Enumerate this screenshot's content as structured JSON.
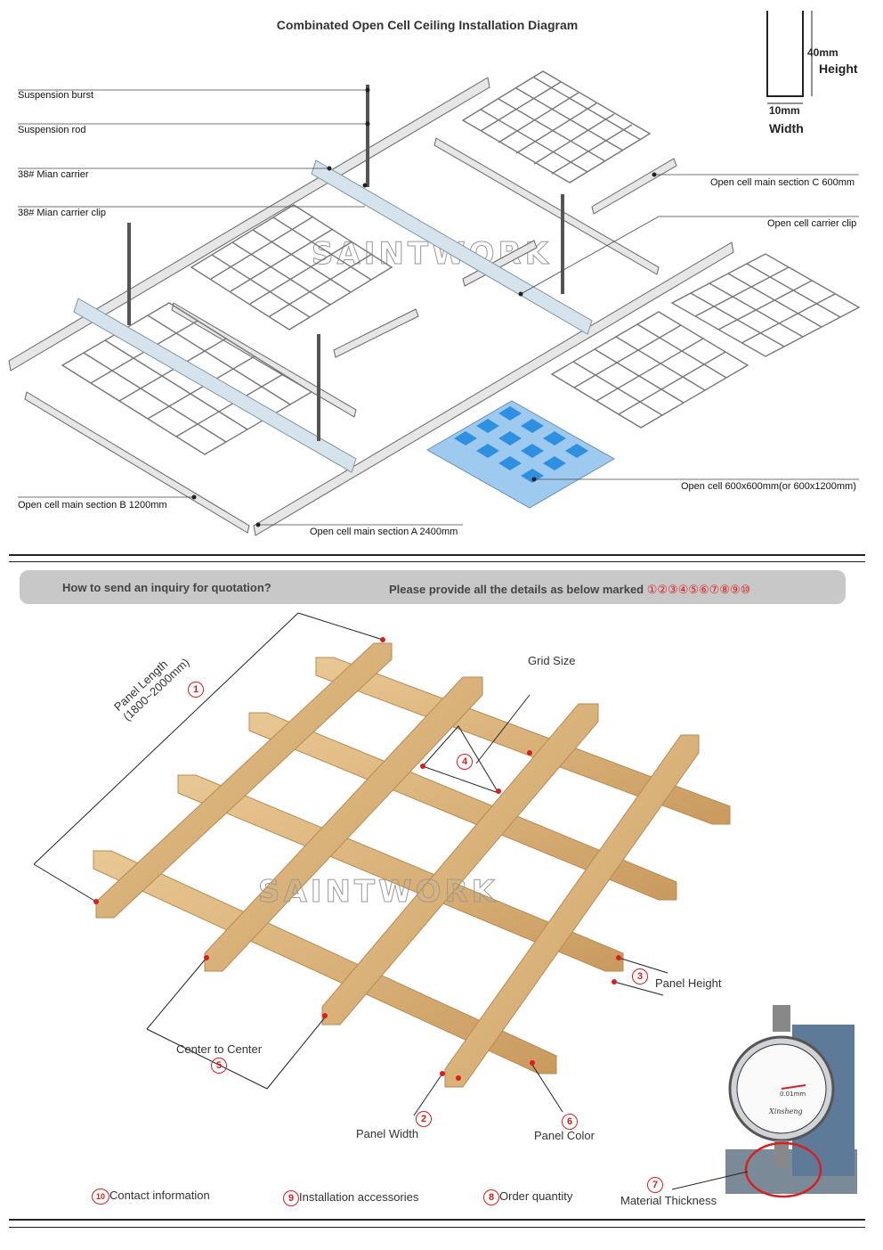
{
  "top": {
    "title": "Combinated Open Cell Ceiling Installation Diagram",
    "profile": {
      "height_value": "40mm",
      "height_label": "Height",
      "width_value": "10mm",
      "width_label": "Width"
    },
    "labels": {
      "suspension_burst": "Suspension burst",
      "suspension_rod": "Suspension rod",
      "main_carrier": "38# Mian carrier",
      "main_carrier_clip": "38# Mian carrier clip",
      "section_c": "Open cell main section C 600mm",
      "carrier_clip": "Open cell carrier clip",
      "open_cell": "Open cell 600x600mm(or 600x1200mm)",
      "section_b": "Open cell main section B 1200mm",
      "section_a": "Open cell main section A 2400mm"
    },
    "watermark": "SAINTWORK"
  },
  "inquiry": {
    "left": "How to send an inquiry for quotation?",
    "right": "Please provide all the details as below marked",
    "right_numbers": "①②③④⑤⑥⑦⑧⑨⑩"
  },
  "bottom": {
    "watermark": "SAINTWORK",
    "panel_length": "Panel Length",
    "panel_length_range": "(1800~2000mm)",
    "grid_size": "Grid Size",
    "panel_height": "Panel Height",
    "center_to_center": "Center to Center",
    "panel_width": "Panel Width",
    "panel_color": "Panel Color",
    "material_thickness": "Material Thickness",
    "contact": "Contact information",
    "accessories": "Installation accessories",
    "order_quantity": "Order quantity",
    "gauge_brand": "Xinsheng",
    "gauge_unit": "0.01mm",
    "markers": [
      "1",
      "2",
      "3",
      "4",
      "5",
      "6",
      "7",
      "8",
      "9",
      "10"
    ]
  },
  "colors": {
    "accent": "#d81e1e",
    "wood": "#d9b27a",
    "glass_blue": "#2f8fe0"
  }
}
